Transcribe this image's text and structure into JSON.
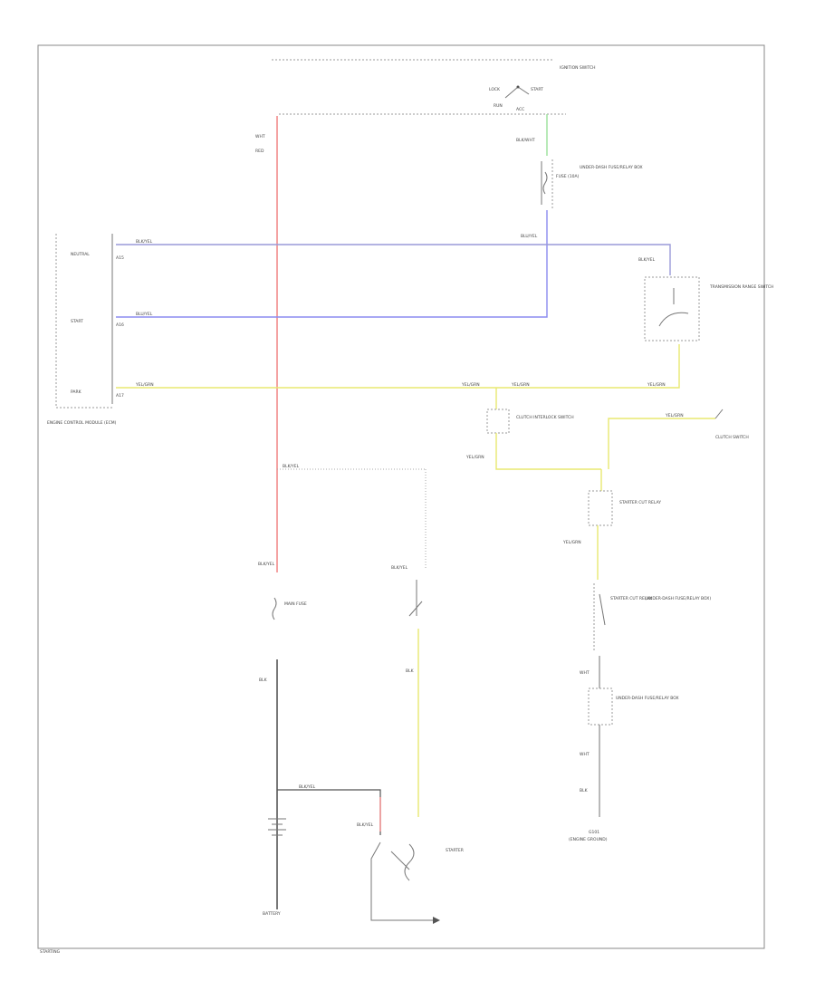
{
  "colors": {
    "red_wire": "#f28b8b",
    "blue_wire": "#8c8cf0",
    "yellow_wire": "#e8e870",
    "green_wire": "#9be09b",
    "gray_wire": "#8a8a8a",
    "frame": "#888888"
  },
  "labels": {
    "ignition_switch": "IGNITION SWITCH",
    "ignition_lock": "LOCK",
    "ignition_start": "START",
    "ignition_run": "RUN",
    "ignition_acc": "ACC",
    "ign_out_wire": "BLK/WHT",
    "fuse_box_label": "FUSE (10A)",
    "under_dash_fuse": "UNDER-DASH FUSE/RELAY BOX",
    "wire_blu_yel": "BLU/YEL",
    "wire_blk_yel": "BLK/YEL",
    "wire_yel_grn": "YEL/GRN",
    "ecm_pin_a": "A15",
    "ecm_pin_b": "A16",
    "ecm_pin_c": "A17",
    "ecm_label_a": "NEUTRAL",
    "ecm_label_b": "START",
    "ecm_label_c": "PARK",
    "ecm_name": "ENGINE CONTROL MODULE (ECM)",
    "trans_range_switch": "TRANSMISSION RANGE SWITCH",
    "connector_1": "CLUTCH INTERLOCK SWITCH",
    "connector_2": "STARTER CUT RELAY",
    "clutch_switch": "CLUTCH SWITCH",
    "starter_relay": "STARTER CUT RELAY",
    "starter_relay_sub": "(UNDER-DASH FUSE/RELAY BOX)",
    "fusible_link": "MAIN FUSE",
    "battery": "BATTERY",
    "starter": "STARTER",
    "ground_point": "G101",
    "ground_label": "(ENGINE GROUND)",
    "wht": "WHT",
    "blk": "BLK",
    "red": "RED",
    "footer": "STARTING"
  }
}
